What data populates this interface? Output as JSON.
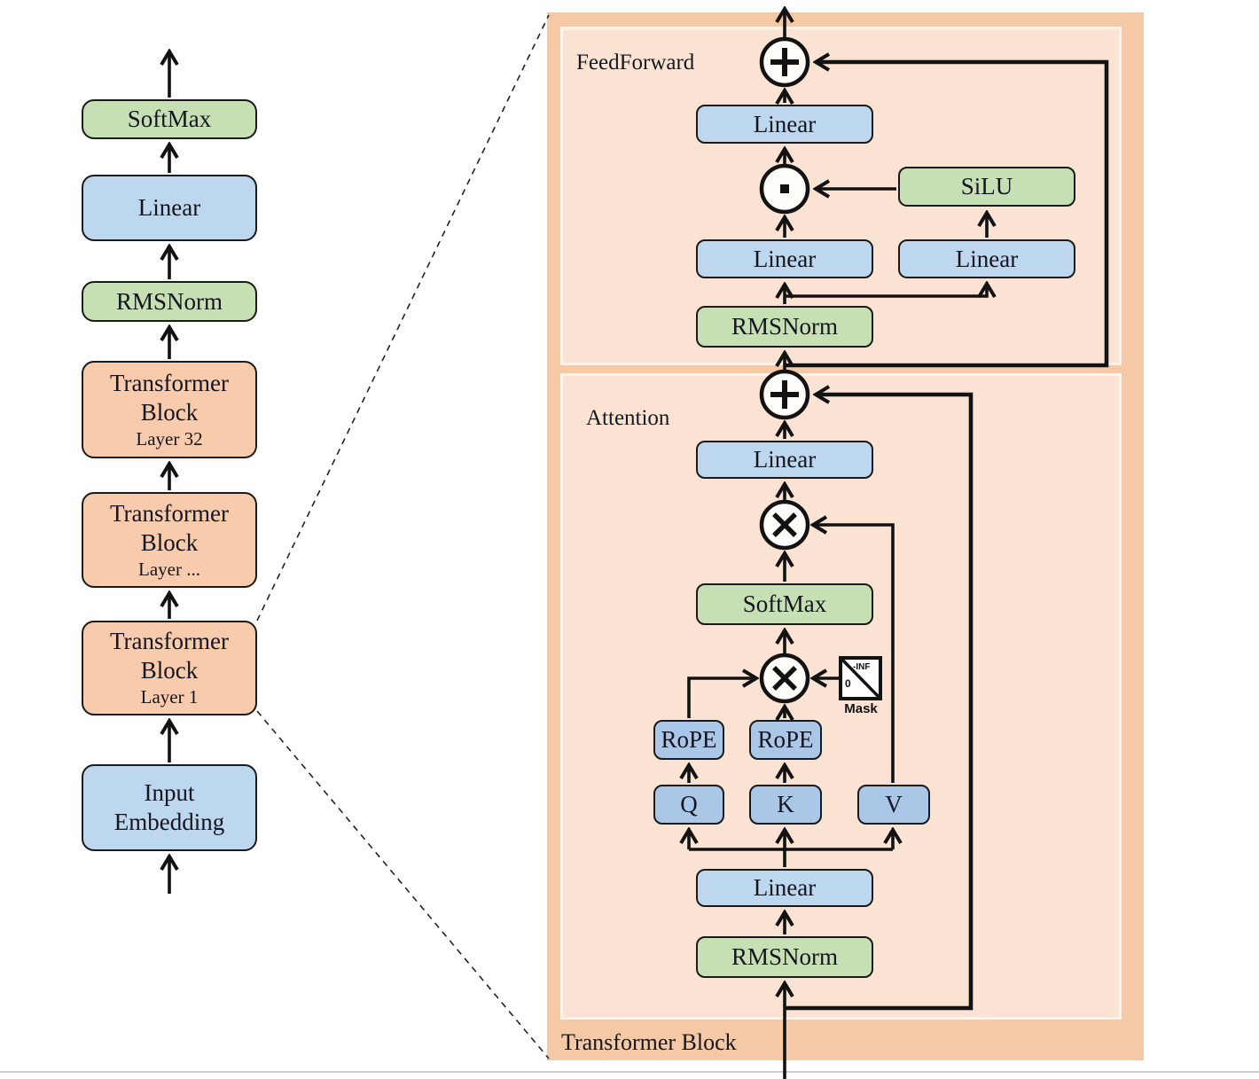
{
  "left_column": {
    "nodes": [
      {
        "label": "SoftMax"
      },
      {
        "label": "Linear"
      },
      {
        "label": "RMSNorm"
      },
      {
        "label": "Transformer Block",
        "sublabel": "Layer 32"
      },
      {
        "label": "Transformer Block",
        "sublabel": "Layer ..."
      },
      {
        "label": "Transformer Block",
        "sublabel": "Layer 1"
      },
      {
        "label": "Input Embedding"
      }
    ]
  },
  "block_panel": {
    "title": "Transformer Block",
    "feedforward": {
      "title": "FeedForward",
      "linear_out": "Linear",
      "linear_gate": "Linear",
      "linear_up": "Linear",
      "silu": "SiLU",
      "rmsnorm": "RMSNorm"
    },
    "attention": {
      "title": "Attention",
      "linear_out": "Linear",
      "softmax": "SoftMax",
      "rope_q": "RoPE",
      "rope_k": "RoPE",
      "q": "Q",
      "k": "K",
      "v": "V",
      "linear_qkv": "Linear",
      "rmsnorm": "RMSNorm",
      "mask": {
        "label": "Mask",
        "neg_inf": "-INF",
        "zero": "0"
      }
    },
    "operators": {
      "add": "+",
      "multiply": "×",
      "dot": "·"
    }
  },
  "colors": {
    "panel_outer": "#f5c9a5",
    "panel_inner": "#fae3d2",
    "box_blue": "#bdd7ee",
    "box_blue_dark": "#aac7e8",
    "box_green": "#c6e0b4",
    "box_orange": "#f8cbad",
    "line": "#121212"
  }
}
